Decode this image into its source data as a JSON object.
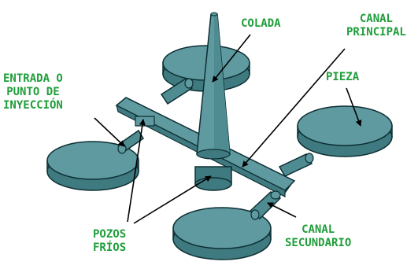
{
  "labels": {
    "colada": [
      "COLADA"
    ],
    "canal_principal": [
      "CANAL",
      "PRINCIPAL"
    ],
    "entrada": [
      "ENTRADA O",
      "PUNTO DE",
      "INYECCIÓN"
    ],
    "pieza": [
      "PIEZA"
    ],
    "pozos_frios": [
      "POZOS",
      "FRÍOS"
    ],
    "canal_secundario": [
      "CANAL",
      "SECUNDARIO"
    ]
  },
  "colors": {
    "label_text": "#1f9e3a",
    "part_top": "#5f9aa0",
    "part_side": "#3f7a80",
    "outline": "#0d2f33",
    "arrow": "#000000"
  }
}
